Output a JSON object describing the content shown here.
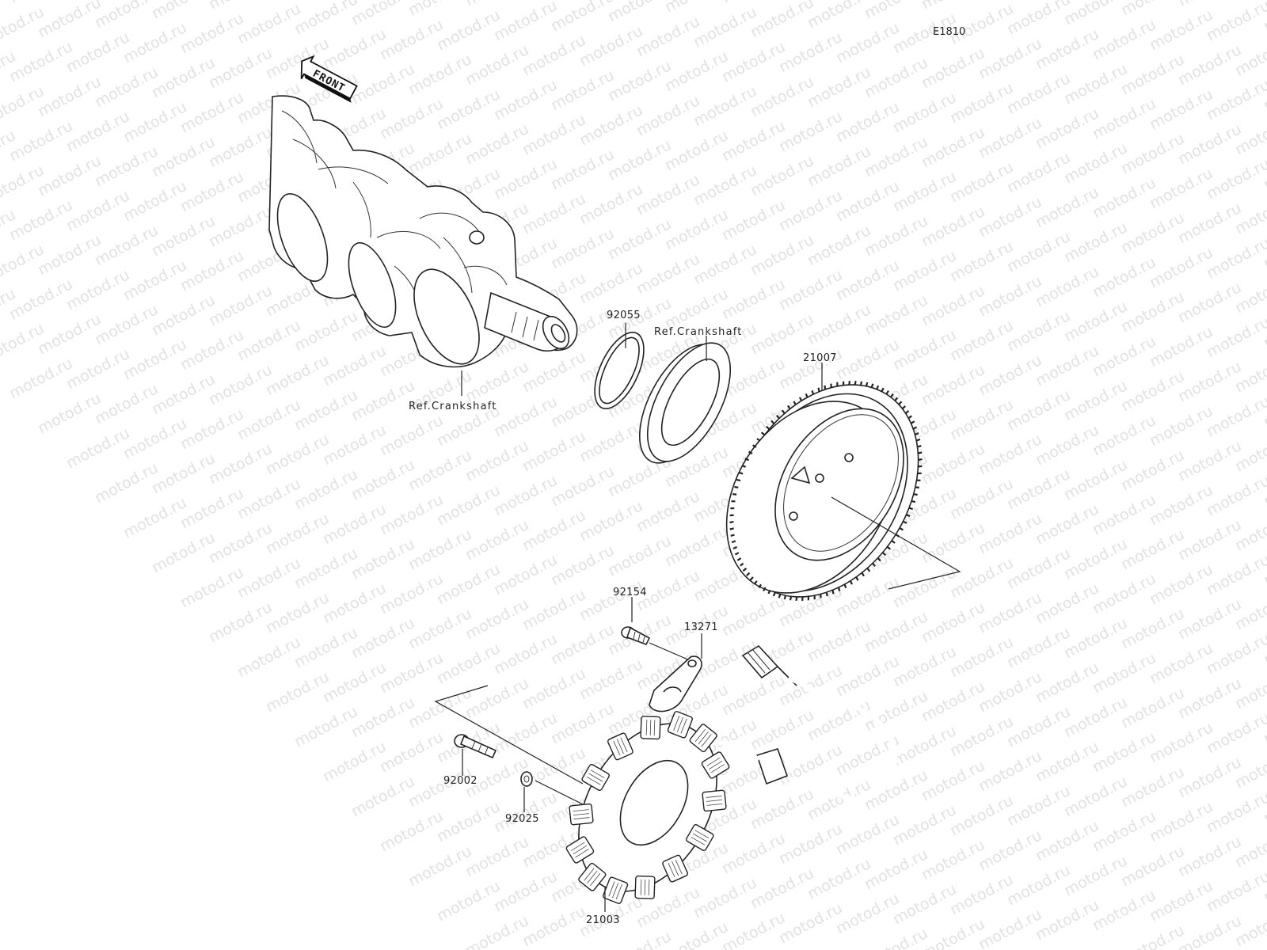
{
  "diagram_code": "E1810",
  "front_label": "FRONT",
  "watermark": "motod.ru",
  "parts": {
    "crankshaft_ref": "Ref.Crankshaft",
    "oring_92055": "92055",
    "oilseal_ref": "Ref.Crankshaft",
    "rotor_21007": "21007",
    "bolt_92154": "92154",
    "holder_13271": "13271",
    "bolt_92002": "92002",
    "washer_92025": "92025",
    "stator_21003": "21003"
  }
}
